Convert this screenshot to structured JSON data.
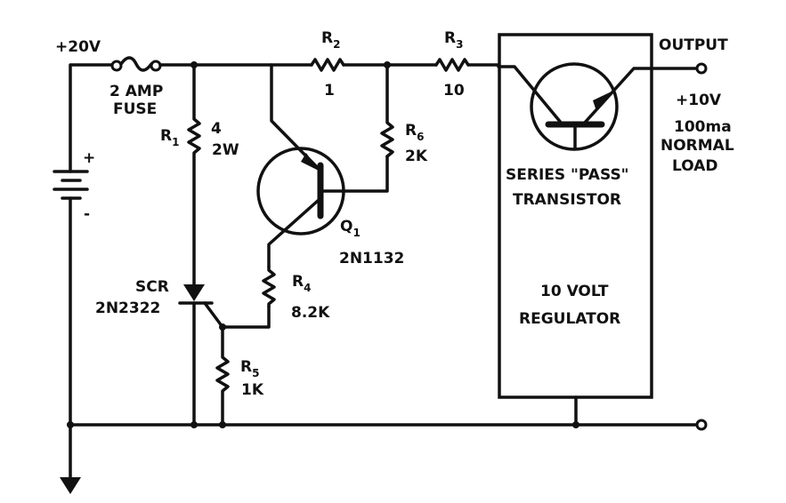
{
  "diagram": {
    "type": "circuit schematic",
    "supply": {
      "label": "+20V",
      "battery_plus": "+",
      "battery_minus": "-"
    },
    "fuse": {
      "line1": "2 AMP",
      "line2": "FUSE"
    },
    "resistors": [
      {
        "id": "R1",
        "name": "R",
        "sub": "1",
        "value": "4",
        "rating": "2W"
      },
      {
        "id": "R2",
        "name": "R",
        "sub": "2",
        "value": "1"
      },
      {
        "id": "R3",
        "name": "R",
        "sub": "3",
        "value": "10"
      },
      {
        "id": "R4",
        "name": "R",
        "sub": "4",
        "value": "8.2K"
      },
      {
        "id": "R5",
        "name": "R",
        "sub": "5",
        "value": "1K"
      },
      {
        "id": "R6",
        "name": "R",
        "sub": "6",
        "value": "2K"
      }
    ],
    "transistor_q1": {
      "name": "Q",
      "sub": "1",
      "part": "2N1132"
    },
    "scr": {
      "label": "SCR",
      "part": "2N2322"
    },
    "regulator": {
      "pass_line1": "SERIES \"PASS\"",
      "pass_line2": "TRANSISTOR",
      "line1": "10 VOLT",
      "line2": "REGULATOR"
    },
    "output": {
      "label": "OUTPUT",
      "voltage": "+10V",
      "current": "100ma",
      "load_line1": "NORMAL",
      "load_line2": "LOAD"
    }
  }
}
